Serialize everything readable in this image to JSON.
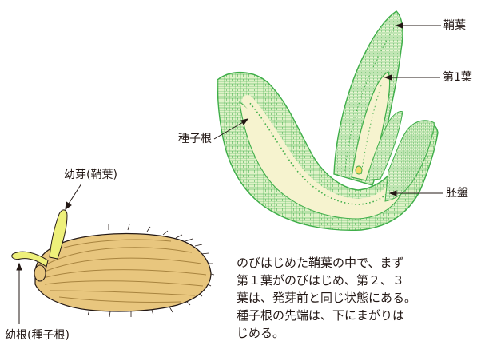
{
  "labels": {
    "coleoptile": "鞘葉",
    "first_leaf": "第1葉",
    "radicle": "種子根",
    "scutellum": "胚盤",
    "plumule": "幼芽(鞘葉)",
    "seminal_root": "幼根(種子根)"
  },
  "caption": [
    "のびはじめた鞘葉の中で、まず",
    "第１葉がのびはじめ、第２、３",
    "葉は、発芽前と同じ状態にある。",
    "種子根の先端は、下にまがりは",
    "じめる。"
  ],
  "colors": {
    "cell_line": "#3fae49",
    "cell_fill": "#dff2c8",
    "pale_fill": "#f6f3cf",
    "seed_fill": "#e8c67e",
    "seed_stripe": "#a8843f",
    "sprout": "#eef07a",
    "ink": "#231815"
  }
}
